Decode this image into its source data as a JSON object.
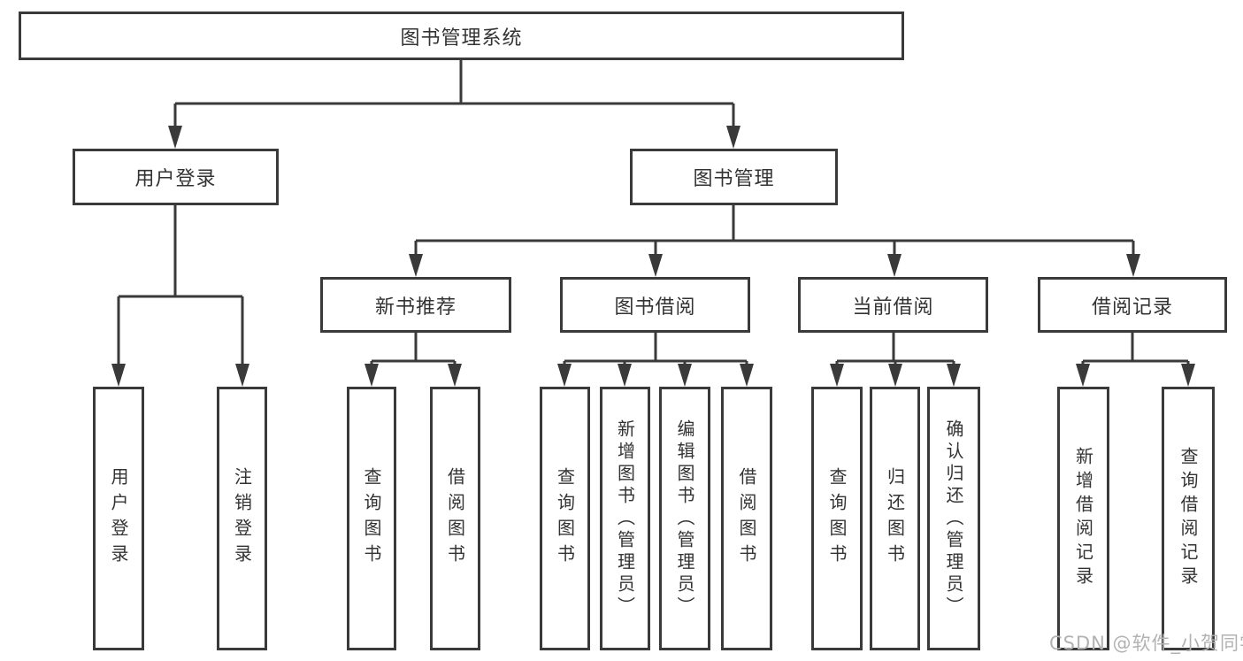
{
  "tree": {
    "root": "图书管理系统",
    "children": [
      {
        "label": "用户登录",
        "children": [
          "用户登录",
          "注销登录"
        ]
      },
      {
        "label": "图书管理",
        "children": [
          {
            "label": "新书推荐",
            "children": [
              "查询图书",
              "借阅图书"
            ]
          },
          {
            "label": "图书借阅",
            "children": [
              "查询图书",
              "新增图书（管理员）",
              "编辑图书（管理员）",
              "借阅图书"
            ]
          },
          {
            "label": "当前借阅",
            "children": [
              "查询图书",
              "归还图书",
              "确认归还（管理员）"
            ]
          },
          {
            "label": "借阅记录",
            "children": [
              "新增借阅记录",
              "查询借阅记录"
            ]
          }
        ]
      }
    ]
  },
  "watermark": "CSDN @软件_小贺同学",
  "colors": {
    "line-color": "#3a3a3a",
    "text-color": "#333333",
    "watermark-color": "#b2b2b2",
    "bg-color": "#ffffff"
  }
}
